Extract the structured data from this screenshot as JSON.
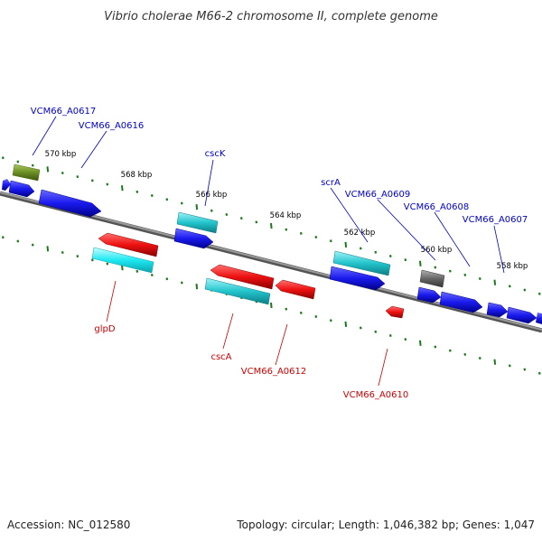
{
  "title": "Vibrio cholerae M66-2 chromosome II, complete genome",
  "footer": {
    "accession": "Accession: NC_012580",
    "summary": "Topology: circular; Length: 1,046,382 bp; Genes: 1,047"
  },
  "scale_labels": [
    "570 kbp",
    "568 kbp",
    "566 kbp",
    "564 kbp",
    "562 kbp",
    "560 kbp",
    "558 kbp"
  ],
  "genes_upper": [
    {
      "label": "VCM66_A0617",
      "color": "#0000cc"
    },
    {
      "label": "VCM66_A0616",
      "color": "#0000cc"
    },
    {
      "label": "cscK",
      "color": "#0000cc"
    },
    {
      "label": "scrA",
      "color": "#0000cc"
    },
    {
      "label": "VCM66_A0609",
      "color": "#0000cc"
    },
    {
      "label": "VCM66_A0608",
      "color": "#0000cc"
    },
    {
      "label": "VCM66_A0607",
      "color": "#0000cc"
    }
  ],
  "genes_lower": [
    {
      "label": "glpD",
      "color": "#cc0000"
    },
    {
      "label": "cscA",
      "color": "#cc0000"
    },
    {
      "label": "VCM66_A0612",
      "color": "#cc0000"
    },
    {
      "label": "VCM66_A0610",
      "color": "#cc0000"
    }
  ],
  "colors": {
    "backbone": "#7a7a7a",
    "tick": "#1a7a1a",
    "forward_gene": "#1a1aee",
    "reverse_gene": "#ee1111",
    "rna_feature": "#22c4cc",
    "pseudo_feature": "#6b8e23",
    "other_feature": "#666666",
    "label_blue": "#0000cc",
    "label_red": "#cc0000"
  }
}
